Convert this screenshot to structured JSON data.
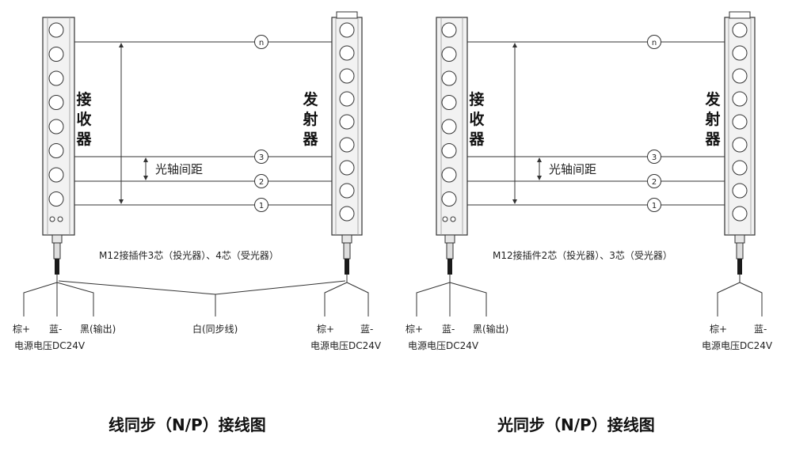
{
  "diagrams": [
    {
      "receiver_label": "接收器",
      "emitter_label": "发射器",
      "pitch_label": "光轴间距",
      "beam_labels": [
        "n",
        "3",
        "2",
        "1"
      ],
      "connector_note": "M12接插件3芯（投光器）、4芯（受光器）",
      "receiver_wires": [
        "棕+",
        "蓝-",
        "黑(输出)"
      ],
      "receiver_supply": "电源电压DC24V",
      "sync_wire": "白(同步线)",
      "emitter_wires": [
        "棕+",
        "蓝-"
      ],
      "emitter_supply": "电源电压DC24V",
      "title": "线同步（N/P）接线图"
    },
    {
      "receiver_label": "接收器",
      "emitter_label": "发射器",
      "pitch_label": "光轴间距",
      "beam_labels": [
        "n",
        "3",
        "2",
        "1"
      ],
      "connector_note": "M12接插件2芯（投光器）、3芯（受光器）",
      "receiver_wires": [
        "棕+",
        "蓝-",
        "黑(输出)"
      ],
      "receiver_supply": "电源电压DC24V",
      "emitter_wires": [
        "棕+",
        "蓝-"
      ],
      "emitter_supply": "电源电压DC24V",
      "title": "光同步（N/P）接线图"
    }
  ],
  "colors": {
    "line": "#333333",
    "housing": "#f2f2f2",
    "lens": "#ffffff",
    "cable": "#1a1a1a"
  }
}
